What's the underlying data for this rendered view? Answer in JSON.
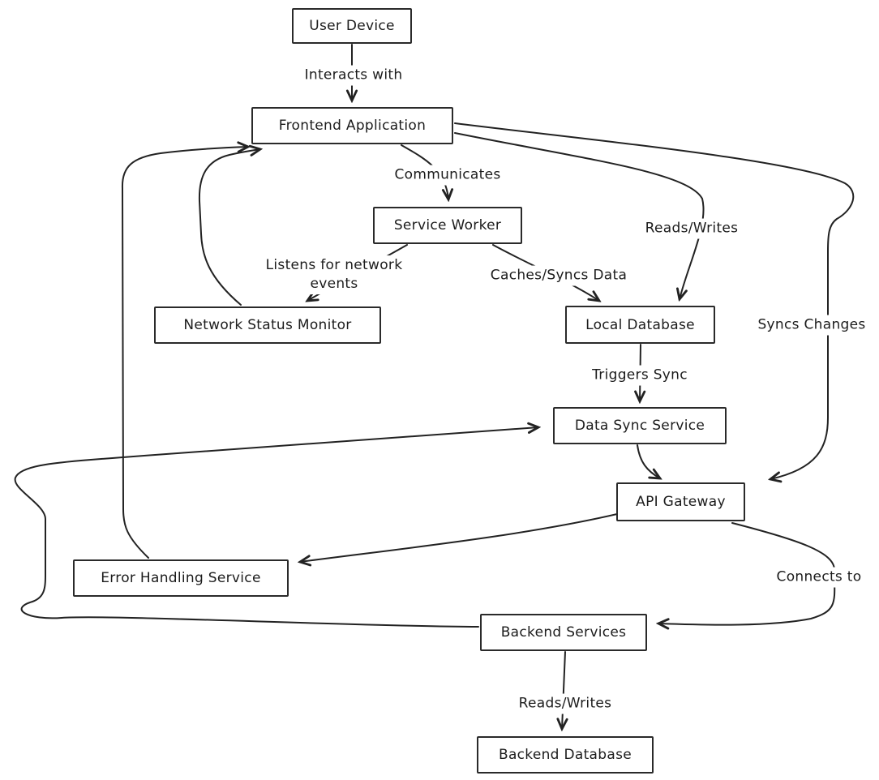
{
  "diagram": {
    "type": "flowchart",
    "style": "hand-drawn",
    "colors": {
      "background": "#ffffff",
      "stroke": "#222222",
      "node_fill": "#ffffff",
      "text": "#1c1c1c"
    },
    "nodes": [
      {
        "id": "user-device",
        "label": "User Device"
      },
      {
        "id": "frontend-application",
        "label": "Frontend Application"
      },
      {
        "id": "service-worker",
        "label": "Service Worker"
      },
      {
        "id": "network-status-monitor",
        "label": "Network Status Monitor"
      },
      {
        "id": "local-database",
        "label": "Local Database"
      },
      {
        "id": "data-sync-service",
        "label": "Data Sync Service"
      },
      {
        "id": "api-gateway",
        "label": "API Gateway"
      },
      {
        "id": "error-handling-service",
        "label": "Error Handling Service"
      },
      {
        "id": "backend-services",
        "label": "Backend Services"
      },
      {
        "id": "backend-database",
        "label": "Backend Database"
      }
    ],
    "edges": [
      {
        "from": "User Device",
        "to": "Frontend Application",
        "label": "Interacts with"
      },
      {
        "from": "Frontend Application",
        "to": "Service Worker",
        "label": "Communicates"
      },
      {
        "from": "Service Worker",
        "to": "Network Status Monitor",
        "label": "Listens for network events"
      },
      {
        "from": "Service Worker",
        "to": "Local Database",
        "label": "Caches/Syncs Data"
      },
      {
        "from": "Frontend Application",
        "to": "Local Database",
        "label": "Reads/Writes"
      },
      {
        "from": "Frontend Application",
        "to": "API Gateway",
        "label": "Syncs Changes"
      },
      {
        "from": "Local Database",
        "to": "Data Sync Service",
        "label": "Triggers Sync"
      },
      {
        "from": "Data Sync Service",
        "to": "API Gateway",
        "label": ""
      },
      {
        "from": "API Gateway",
        "to": "Error Handling Service",
        "label": ""
      },
      {
        "from": "API Gateway",
        "to": "Backend Services",
        "label": "Connects to"
      },
      {
        "from": "Backend Services",
        "to": "Backend Database",
        "label": "Reads/Writes"
      },
      {
        "from": "Backend Services",
        "to": "Data Sync Service",
        "label": ""
      },
      {
        "from": "Error Handling Service",
        "to": "Frontend Application",
        "label": ""
      },
      {
        "from": "Network Status Monitor",
        "to": "Frontend Application",
        "label": ""
      }
    ]
  }
}
